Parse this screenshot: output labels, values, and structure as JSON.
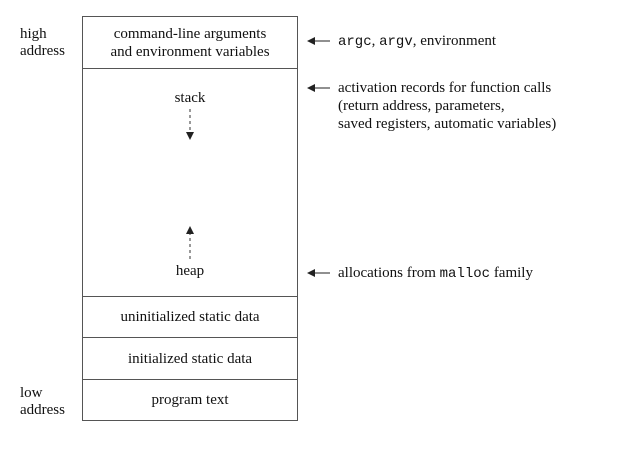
{
  "addresses": {
    "high": [
      "high",
      "address"
    ],
    "low": [
      "low",
      "address"
    ]
  },
  "segments": {
    "args": [
      "command-line arguments",
      "and environment variables"
    ],
    "stack": "stack",
    "heap": "heap",
    "bss": "uninitialized static data",
    "data": "initialized static data",
    "text": "program text"
  },
  "annotations": {
    "args": {
      "code1": "argc",
      "sep1": ", ",
      "code2": "argv",
      "sep2": ", ",
      "text": "environment"
    },
    "stack": [
      "activation records for function calls",
      "(return address, parameters,",
      "saved registers, automatic variables)"
    ],
    "heap": {
      "before": "allocations from ",
      "code": "malloc",
      "after": " family"
    }
  }
}
